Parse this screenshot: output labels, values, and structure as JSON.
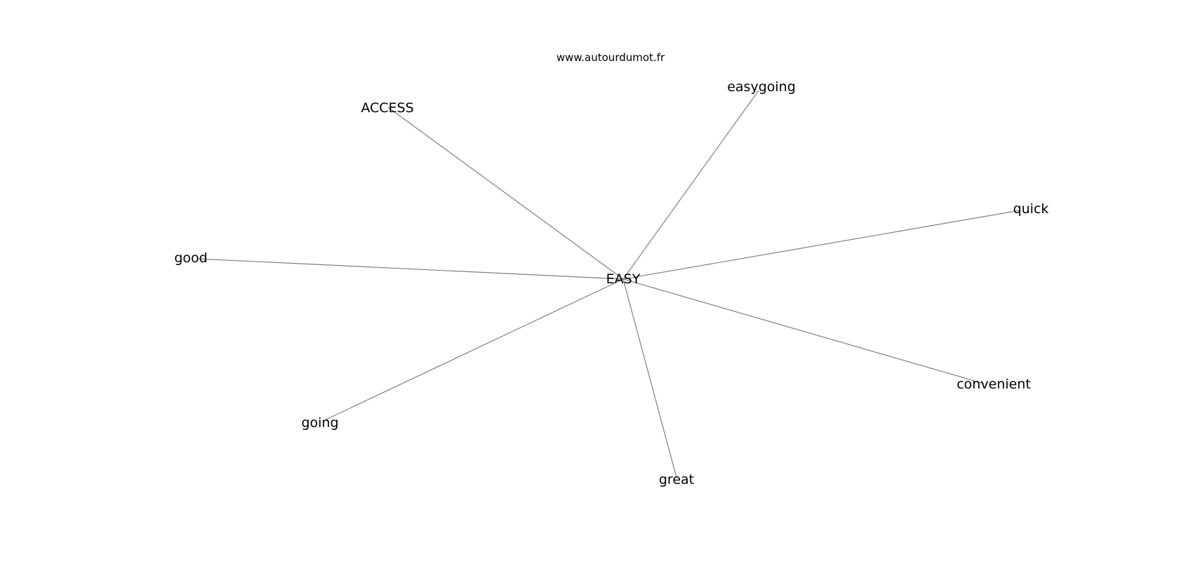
{
  "site": "www.autourdumot.fr",
  "center": {
    "word": "EASY"
  },
  "neighbors": [
    {
      "word": "easygoing"
    },
    {
      "word": "ACCESS"
    },
    {
      "word": "quick"
    },
    {
      "word": "good"
    },
    {
      "word": "convenient"
    },
    {
      "word": "going"
    },
    {
      "word": "great"
    }
  ],
  "colors": {
    "edge": "#808080",
    "text": "#000000",
    "background": "#ffffff"
  }
}
